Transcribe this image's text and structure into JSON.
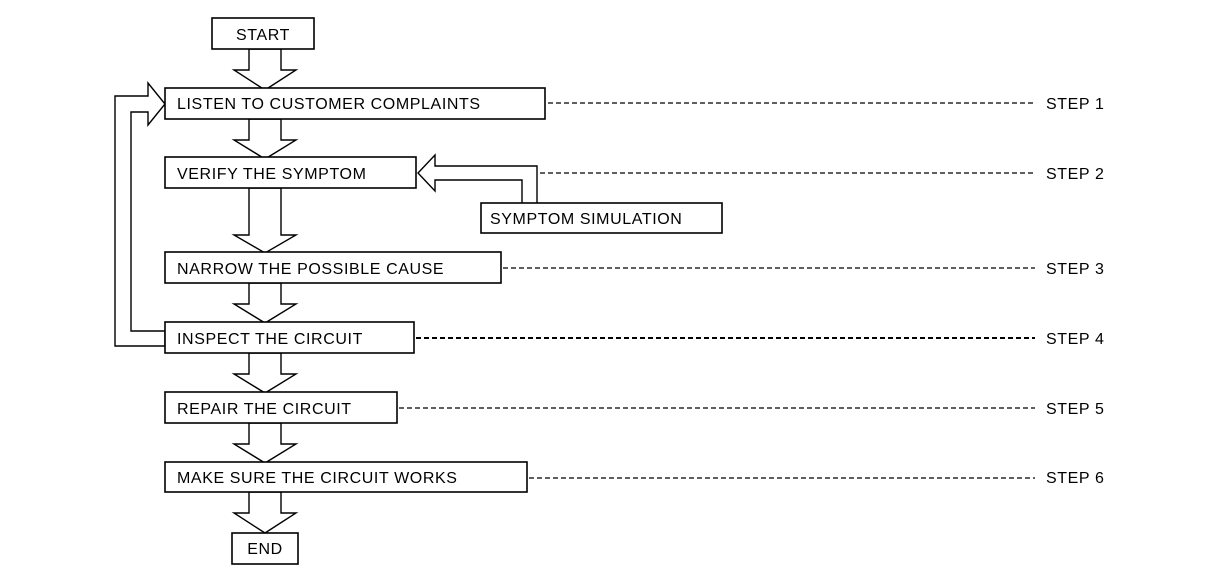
{
  "nodes": {
    "start": "START",
    "listen": "LISTEN TO CUSTOMER COMPLAINTS",
    "verify": "VERIFY THE SYMPTOM",
    "simulation": "SYMPTOM SIMULATION",
    "narrow": "NARROW THE POSSIBLE CAUSE",
    "inspect": "INSPECT THE CIRCUIT",
    "repair": "REPAIR THE CIRCUIT",
    "make_sure": "MAKE SURE THE CIRCUIT WORKS",
    "end": "END"
  },
  "steps": {
    "step1": "STEP 1",
    "step2": "STEP 2",
    "step3": "STEP 3",
    "step4": "STEP 4",
    "step5": "STEP 5",
    "step6": "STEP 6"
  }
}
